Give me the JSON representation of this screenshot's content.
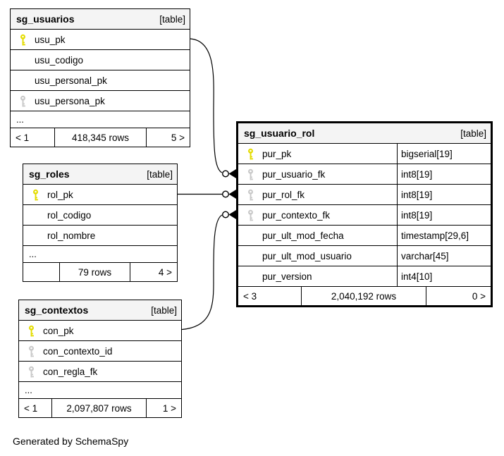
{
  "diagram": {
    "generated_note": "Generated by SchemaSpy",
    "colors": {
      "background": "#ffffff",
      "header_bg": "#f4f4f4",
      "border": "#000000",
      "pk_key": "#e4dc00",
      "fk_key": "#c9c9c9"
    }
  },
  "tables": [
    {
      "name": "sg_usuarios",
      "badge": "[table]",
      "columns": [
        {
          "name": "usu_pk",
          "key": "primary"
        },
        {
          "name": "usu_codigo",
          "key": "none"
        },
        {
          "name": "usu_personal_pk",
          "key": "none"
        },
        {
          "name": "usu_persona_pk",
          "key": "foreign"
        }
      ],
      "ellipsis": "...",
      "footer": {
        "left": "< 1",
        "center": "418,345 rows",
        "right": "5 >"
      }
    },
    {
      "name": "sg_roles",
      "badge": "[table]",
      "columns": [
        {
          "name": "rol_pk",
          "key": "primary"
        },
        {
          "name": "rol_codigo",
          "key": "none"
        },
        {
          "name": "rol_nombre",
          "key": "none"
        }
      ],
      "ellipsis": "...",
      "footer": {
        "left": "",
        "center": "79 rows",
        "right": "4 >"
      }
    },
    {
      "name": "sg_contextos",
      "badge": "[table]",
      "columns": [
        {
          "name": "con_pk",
          "key": "primary"
        },
        {
          "name": "con_contexto_id",
          "key": "foreign"
        },
        {
          "name": "con_regla_fk",
          "key": "foreign"
        }
      ],
      "ellipsis": "...",
      "footer": {
        "left": "< 1",
        "center": "2,097,807 rows",
        "right": "1 >"
      }
    },
    {
      "name": "sg_usuario_rol",
      "badge": "[table]",
      "columns": [
        {
          "name": "pur_pk",
          "key": "primary",
          "type": "bigserial[19]"
        },
        {
          "name": "pur_usuario_fk",
          "key": "foreign",
          "type": "int8[19]"
        },
        {
          "name": "pur_rol_fk",
          "key": "foreign",
          "type": "int8[19]"
        },
        {
          "name": "pur_contexto_fk",
          "key": "foreign",
          "type": "int8[19]"
        },
        {
          "name": "pur_ult_mod_fecha",
          "key": "none",
          "type": "timestamp[29,6]"
        },
        {
          "name": "pur_ult_mod_usuario",
          "key": "none",
          "type": "varchar[45]"
        },
        {
          "name": "pur_version",
          "key": "none",
          "type": "int4[10]"
        }
      ],
      "footer": {
        "left": "< 3",
        "center": "2,040,192 rows",
        "right": "0 >"
      }
    }
  ]
}
